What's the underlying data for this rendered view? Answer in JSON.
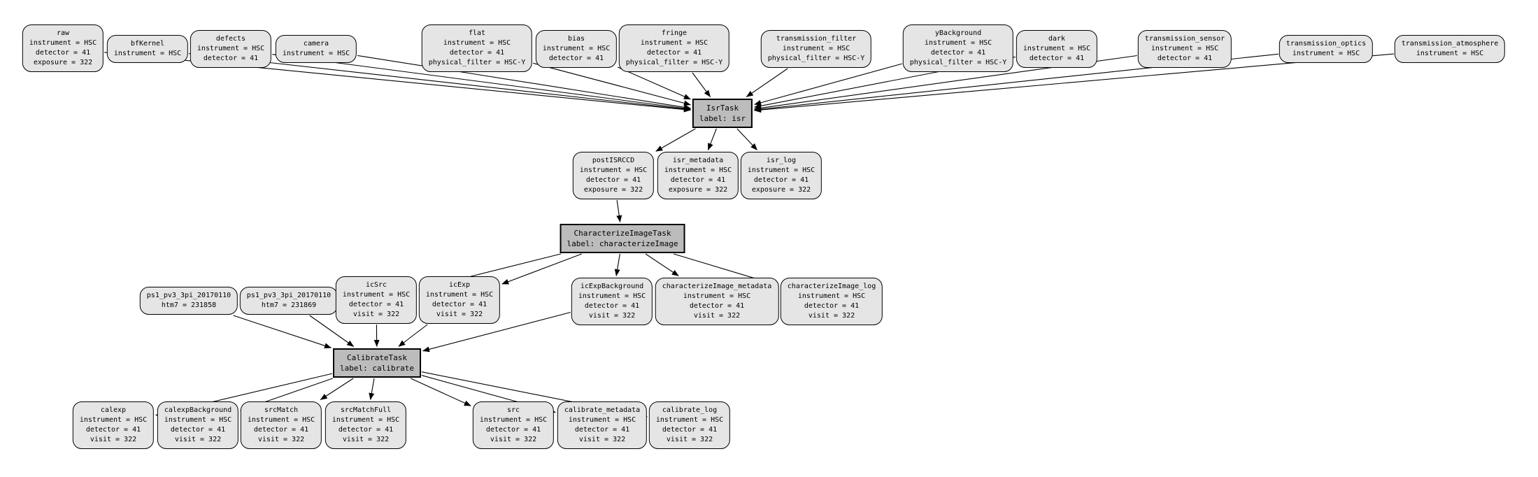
{
  "colors": {
    "background": "#ffffff",
    "dataset_node_fill": "#e5e5e5",
    "task_node_fill": "#bcbcbc",
    "node_border": "#000000",
    "edge": "#000000",
    "text": "#000000"
  },
  "graph": {
    "nodes": [
      {
        "id": "raw",
        "kind": "dataset",
        "title": "raw",
        "lines": [
          "instrument = HSC",
          "detector = 41",
          "exposure = 322"
        ]
      },
      {
        "id": "bfKernel",
        "kind": "dataset",
        "title": "bfKernel",
        "lines": [
          "instrument = HSC"
        ]
      },
      {
        "id": "defects",
        "kind": "dataset",
        "title": "defects",
        "lines": [
          "instrument = HSC",
          "detector = 41"
        ]
      },
      {
        "id": "camera",
        "kind": "dataset",
        "title": "camera",
        "lines": [
          "instrument = HSC"
        ]
      },
      {
        "id": "flat",
        "kind": "dataset",
        "title": "flat",
        "lines": [
          "instrument = HSC",
          "detector = 41",
          "physical_filter = HSC-Y"
        ]
      },
      {
        "id": "bias",
        "kind": "dataset",
        "title": "bias",
        "lines": [
          "instrument = HSC",
          "detector = 41"
        ]
      },
      {
        "id": "fringe",
        "kind": "dataset",
        "title": "fringe",
        "lines": [
          "instrument = HSC",
          "detector = 41",
          "physical_filter = HSC-Y"
        ]
      },
      {
        "id": "transmission_filter",
        "kind": "dataset",
        "title": "transmission_filter",
        "lines": [
          "instrument = HSC",
          "physical_filter = HSC-Y"
        ]
      },
      {
        "id": "yBackground",
        "kind": "dataset",
        "title": "yBackground",
        "lines": [
          "instrument = HSC",
          "detector = 41",
          "physical_filter = HSC-Y"
        ]
      },
      {
        "id": "dark",
        "kind": "dataset",
        "title": "dark",
        "lines": [
          "instrument = HSC",
          "detector = 41"
        ]
      },
      {
        "id": "transmission_sensor",
        "kind": "dataset",
        "title": "transmission_sensor",
        "lines": [
          "instrument = HSC",
          "detector = 41"
        ]
      },
      {
        "id": "transmission_optics",
        "kind": "dataset",
        "title": "transmission_optics",
        "lines": [
          "instrument = HSC"
        ]
      },
      {
        "id": "transmission_atmosphere",
        "kind": "dataset",
        "title": "transmission_atmosphere",
        "lines": [
          "instrument = HSC"
        ]
      },
      {
        "id": "isr",
        "kind": "task",
        "title": "IsrTask",
        "lines": [
          "label: isr"
        ]
      },
      {
        "id": "postISRCCD",
        "kind": "dataset",
        "title": "postISRCCD",
        "lines": [
          "instrument = HSC",
          "detector = 41",
          "exposure = 322"
        ]
      },
      {
        "id": "isr_metadata",
        "kind": "dataset",
        "title": "isr_metadata",
        "lines": [
          "instrument = HSC",
          "detector = 41",
          "exposure = 322"
        ]
      },
      {
        "id": "isr_log",
        "kind": "dataset",
        "title": "isr_log",
        "lines": [
          "instrument = HSC",
          "detector = 41",
          "exposure = 322"
        ]
      },
      {
        "id": "characterizeImage",
        "kind": "task",
        "title": "CharacterizeImageTask",
        "lines": [
          "label: characterizeImage"
        ]
      },
      {
        "id": "ps1_a",
        "kind": "dataset",
        "title": "ps1_pv3_3pi_20170110",
        "lines": [
          "htm7 = 231858"
        ]
      },
      {
        "id": "ps1_b",
        "kind": "dataset",
        "title": "ps1_pv3_3pi_20170110",
        "lines": [
          "htm7 = 231869"
        ]
      },
      {
        "id": "icSrc",
        "kind": "dataset",
        "title": "icSrc",
        "lines": [
          "instrument = HSC",
          "detector = 41",
          "visit = 322"
        ]
      },
      {
        "id": "icExp",
        "kind": "dataset",
        "title": "icExp",
        "lines": [
          "instrument = HSC",
          "detector = 41",
          "visit = 322"
        ]
      },
      {
        "id": "icExpBackground",
        "kind": "dataset",
        "title": "icExpBackground",
        "lines": [
          "instrument = HSC",
          "detector = 41",
          "visit = 322"
        ]
      },
      {
        "id": "characterizeImage_metadata",
        "kind": "dataset",
        "title": "characterizeImage_metadata",
        "lines": [
          "instrument = HSC",
          "detector = 41",
          "visit = 322"
        ]
      },
      {
        "id": "characterizeImage_log",
        "kind": "dataset",
        "title": "characterizeImage_log",
        "lines": [
          "instrument = HSC",
          "detector = 41",
          "visit = 322"
        ]
      },
      {
        "id": "calibrate",
        "kind": "task",
        "title": "CalibrateTask",
        "lines": [
          "label: calibrate"
        ]
      },
      {
        "id": "calexp",
        "kind": "dataset",
        "title": "calexp",
        "lines": [
          "instrument = HSC",
          "detector = 41",
          "visit = 322"
        ]
      },
      {
        "id": "calexpBackground",
        "kind": "dataset",
        "title": "calexpBackground",
        "lines": [
          "instrument = HSC",
          "detector = 41",
          "visit = 322"
        ]
      },
      {
        "id": "srcMatch",
        "kind": "dataset",
        "title": "srcMatch",
        "lines": [
          "instrument = HSC",
          "detector = 41",
          "visit = 322"
        ]
      },
      {
        "id": "srcMatchFull",
        "kind": "dataset",
        "title": "srcMatchFull",
        "lines": [
          "instrument = HSC",
          "detector = 41",
          "visit = 322"
        ]
      },
      {
        "id": "src",
        "kind": "dataset",
        "title": "src",
        "lines": [
          "instrument = HSC",
          "detector = 41",
          "visit = 322"
        ]
      },
      {
        "id": "calibrate_metadata",
        "kind": "dataset",
        "title": "calibrate_metadata",
        "lines": [
          "instrument = HSC",
          "detector = 41",
          "visit = 322"
        ]
      },
      {
        "id": "calibrate_log",
        "kind": "dataset",
        "title": "calibrate_log",
        "lines": [
          "instrument = HSC",
          "detector = 41",
          "visit = 322"
        ]
      }
    ],
    "edges": [
      [
        "raw",
        "isr"
      ],
      [
        "bfKernel",
        "isr"
      ],
      [
        "defects",
        "isr"
      ],
      [
        "camera",
        "isr"
      ],
      [
        "flat",
        "isr"
      ],
      [
        "bias",
        "isr"
      ],
      [
        "fringe",
        "isr"
      ],
      [
        "transmission_filter",
        "isr"
      ],
      [
        "yBackground",
        "isr"
      ],
      [
        "dark",
        "isr"
      ],
      [
        "transmission_sensor",
        "isr"
      ],
      [
        "transmission_optics",
        "isr"
      ],
      [
        "transmission_atmosphere",
        "isr"
      ],
      [
        "isr",
        "postISRCCD"
      ],
      [
        "isr",
        "isr_metadata"
      ],
      [
        "isr",
        "isr_log"
      ],
      [
        "postISRCCD",
        "characterizeImage"
      ],
      [
        "characterizeImage",
        "icSrc"
      ],
      [
        "characterizeImage",
        "icExp"
      ],
      [
        "characterizeImage",
        "icExpBackground"
      ],
      [
        "characterizeImage",
        "characterizeImage_metadata"
      ],
      [
        "characterizeImage",
        "characterizeImage_log"
      ],
      [
        "ps1_a",
        "calibrate"
      ],
      [
        "ps1_b",
        "calibrate"
      ],
      [
        "icSrc",
        "calibrate"
      ],
      [
        "icExp",
        "calibrate"
      ],
      [
        "icExpBackground",
        "calibrate"
      ],
      [
        "calibrate",
        "calexp"
      ],
      [
        "calibrate",
        "calexpBackground"
      ],
      [
        "calibrate",
        "srcMatch"
      ],
      [
        "calibrate",
        "srcMatchFull"
      ],
      [
        "calibrate",
        "src"
      ],
      [
        "calibrate",
        "calibrate_metadata"
      ],
      [
        "calibrate",
        "calibrate_log"
      ]
    ]
  }
}
